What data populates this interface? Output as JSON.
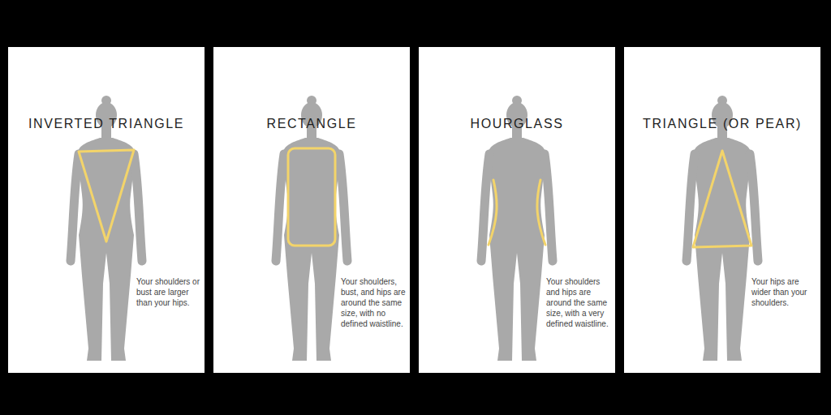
{
  "diagram": {
    "nodes": [
      {
        "text": [
          "INVERTED TRIANGLE",
          "Your shoulders or bust are larger than your hips."
        ]
      },
      {
        "text": [
          "RECTANGLE",
          "Your shoulders, bust, and hips are around the same size, with no defined waistline."
        ]
      },
      {
        "text": [
          "HOURGLASS",
          "Your shoulders and hips are around the same size, with a very defined waistline."
        ]
      },
      {
        "text": [
          "TRIANGLE (OR PEAR)",
          "Your hips are wider than your shoulders."
        ]
      }
    ]
  }
}
